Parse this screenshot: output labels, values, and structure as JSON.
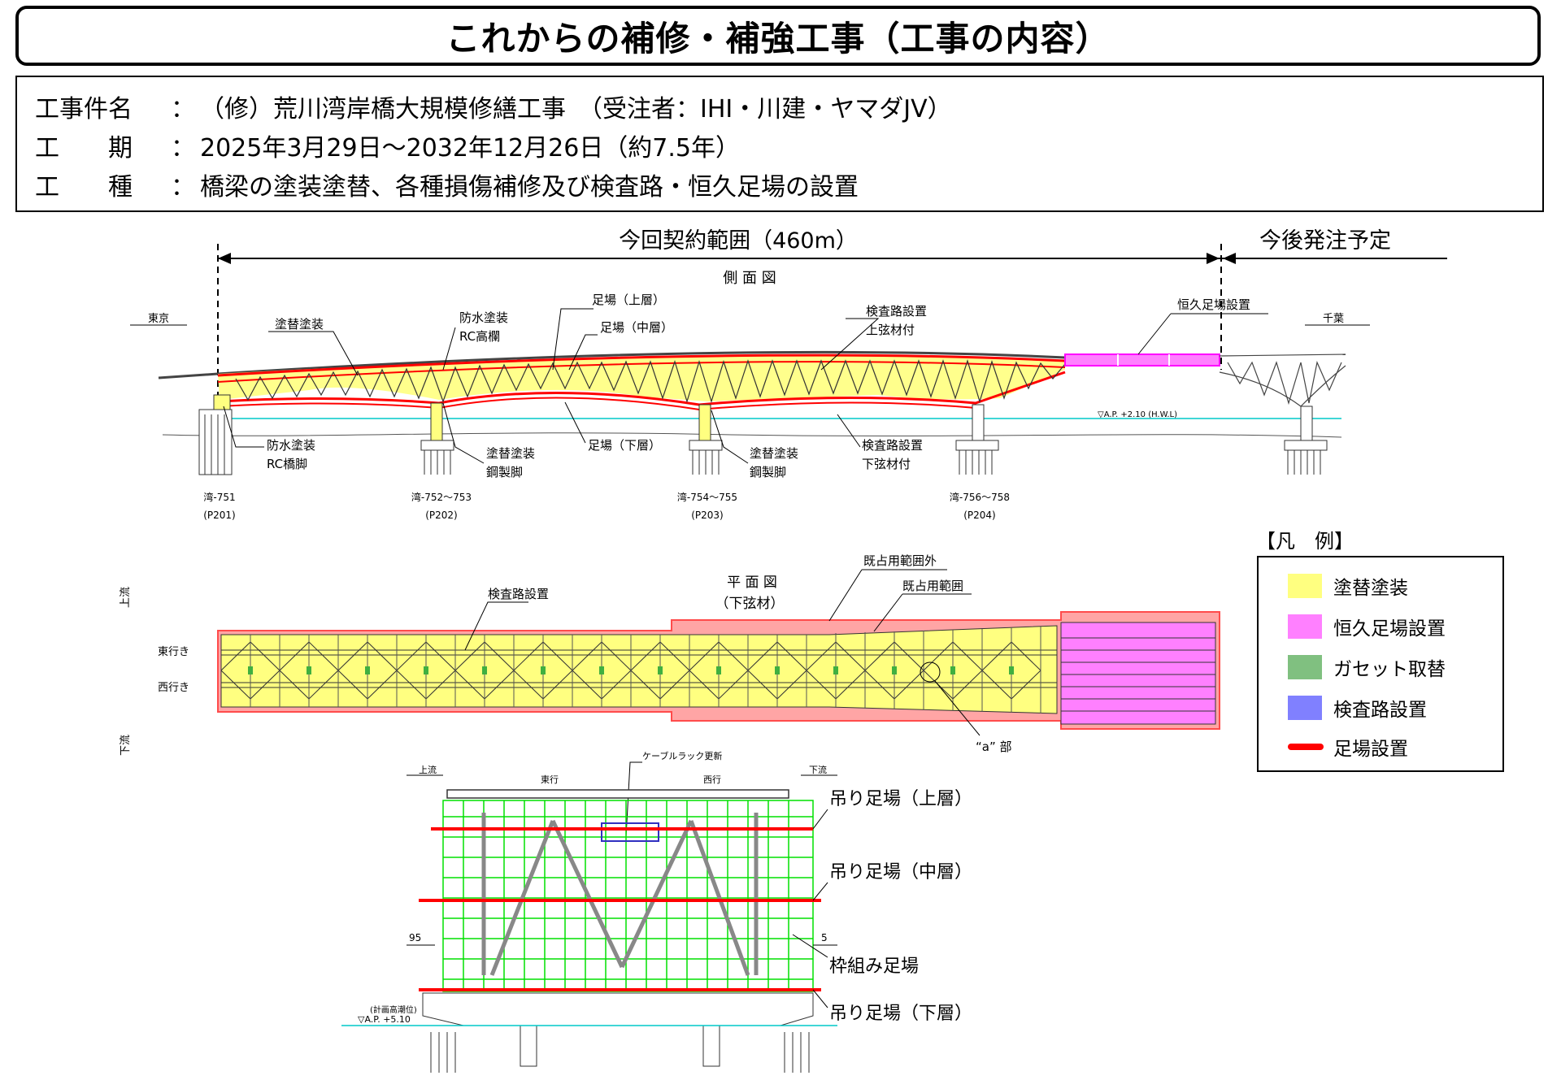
{
  "title": "これからの補修・補強工事（工事の内容）",
  "info": {
    "rows": [
      {
        "label": "工事件名",
        "colon": "：",
        "value": "（修）荒川湾岸橋大規模修繕工事　（受注者：IHI・川建・ヤマダJV）"
      },
      {
        "label": "工　　期",
        "colon": "：",
        "value": "2025年3月29日～2032年12月26日（約7.5年）"
      },
      {
        "label": "工　　種",
        "colon": "：",
        "value": "橋梁の塗装塗替、各種損傷補修及び検査路・恒久足場の設置"
      }
    ]
  },
  "side_view": {
    "range_label": "今回契約範囲（460m）",
    "future_label": "今後発注予定",
    "title": "側 面 図",
    "dir_left": "東京",
    "dir_right": "千葉",
    "annotations": {
      "repaint_top": "塗替塗装",
      "waterproof_top": "防水塗装",
      "rc_railing": "RC高欄",
      "scaffold_upper": "足場（上層）",
      "scaffold_middle": "足場（中層）",
      "inspection_top": "検査路設置",
      "upper_chord": "上弦材付",
      "permanent_scaffold": "恒久足場設置",
      "waterproof_bottom": "防水塗装",
      "rc_pier": "RC橋脚",
      "repaint_p202": "塗替塗装",
      "steel_pier_p202": "鋼製脚",
      "scaffold_lower": "足場（下層）",
      "repaint_p203": "塗替塗装",
      "steel_pier_p203": "鋼製脚",
      "inspection_bottom": "検査路設置",
      "lower_chord": "下弦材付",
      "water_level": "▽A.P. +2.10 (H.W.L)"
    },
    "piers": [
      {
        "id": "湾-751",
        "sub": "(P201)"
      },
      {
        "id": "湾-752～753",
        "sub": "(P202)"
      },
      {
        "id": "湾-754～755",
        "sub": "(P203)"
      },
      {
        "id": "湾-756～758",
        "sub": "(P204)"
      }
    ]
  },
  "plan_view": {
    "title": "平 面 図",
    "subtitle": "（下弦材）",
    "upstream": "上流",
    "downstream": "下流",
    "eastbound": "東行き",
    "westbound": "西行き",
    "inspection": "検査路設置",
    "outside_occupancy": "既占用範囲外",
    "occupancy": "既占用範囲",
    "part_a": "“a” 部"
  },
  "section_view": {
    "upstream": "上流",
    "downstream": "下流",
    "east": "東行",
    "west": "西行",
    "cable_rack": "ケーブルラック更新",
    "hang_upper": "吊り足場（上層）",
    "hang_middle": "吊り足場（中層）",
    "frame": "枠組み足場",
    "hang_lower": "吊り足場（下層）",
    "dim_left": "95",
    "dim_right": "5",
    "tide_label": "(計画高潮位)",
    "tide_value": "▽A.P. +5.10"
  },
  "legend": {
    "title": "【凡　例】",
    "items": [
      {
        "label": "塗替塗装",
        "color": "#ffff80"
      },
      {
        "label": "恒久足場設置",
        "color": "#ff80ff"
      },
      {
        "label": "ガセット取替",
        "color": "#80c080"
      },
      {
        "label": "検査路設置",
        "color": "#8080ff"
      },
      {
        "label": "足場設置",
        "color": "#ff0000"
      }
    ]
  },
  "colors": {
    "paint": "#ffff80",
    "permanent": "#ff80ff",
    "scaffold": "#ff0000",
    "frame_green": "#00e000",
    "water": "#00c8c8"
  }
}
